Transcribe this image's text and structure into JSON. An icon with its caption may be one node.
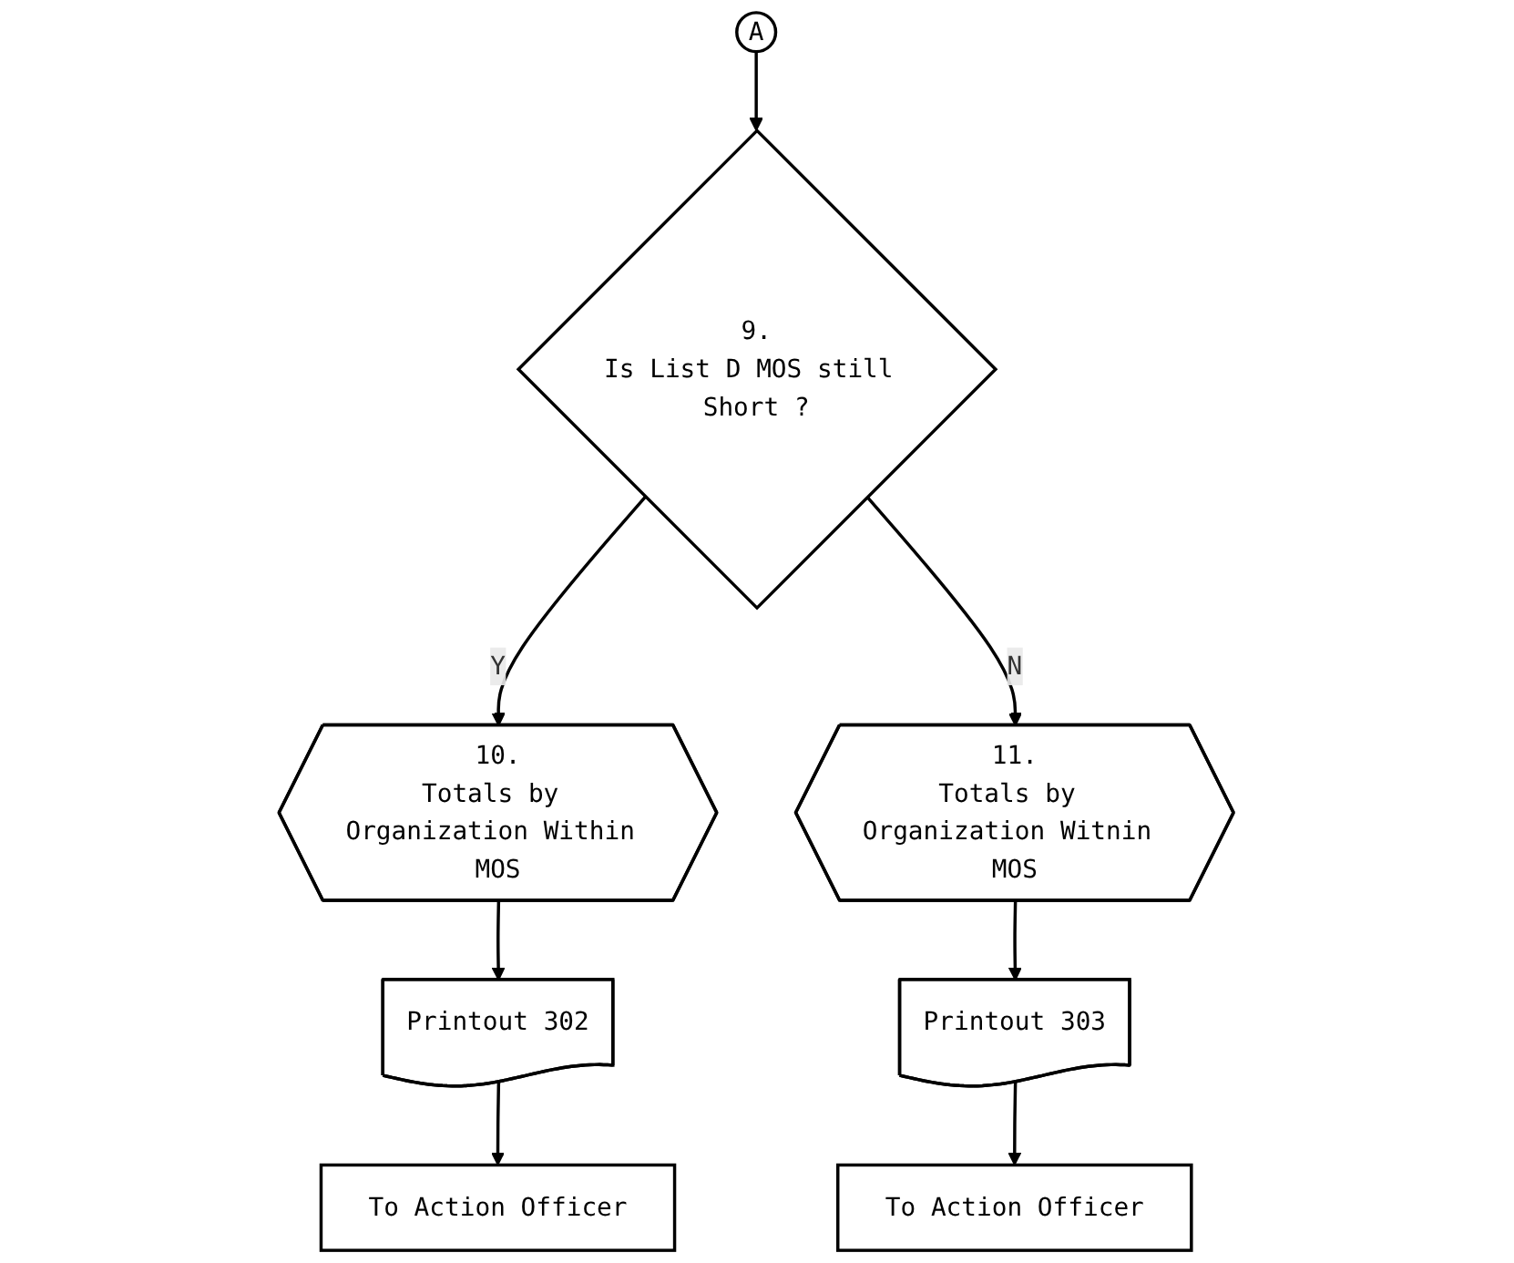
{
  "diagram": {
    "nodes": [
      {
        "text": [
          "A"
        ]
      },
      {
        "text": [
          "9.",
          "Is List D MOS still Short ?"
        ]
      },
      {
        "text": [
          "10.",
          "Totals by Organization Within MOS"
        ]
      },
      {
        "text": [
          "Printout 302"
        ]
      },
      {
        "text": [
          "To Action Officer"
        ]
      },
      {
        "text": [
          "11.",
          "Totals by Organization Witnin MOS"
        ]
      },
      {
        "text": [
          "Printout 303"
        ]
      },
      {
        "text": [
          "To Action Officer"
        ]
      }
    ],
    "edges": [
      {
        "from": 0,
        "to": 1,
        "arrow": "to"
      },
      {
        "from": 1,
        "to": 2,
        "arrow": "to",
        "label": "Y"
      },
      {
        "from": 2,
        "to": 3,
        "arrow": "to"
      },
      {
        "from": 3,
        "to": 4,
        "arrow": "to"
      },
      {
        "from": 1,
        "to": 5,
        "arrow": "to",
        "label": "N"
      },
      {
        "from": 5,
        "to": 6,
        "arrow": "to"
      },
      {
        "from": 6,
        "to": 7,
        "arrow": "to"
      }
    ]
  }
}
